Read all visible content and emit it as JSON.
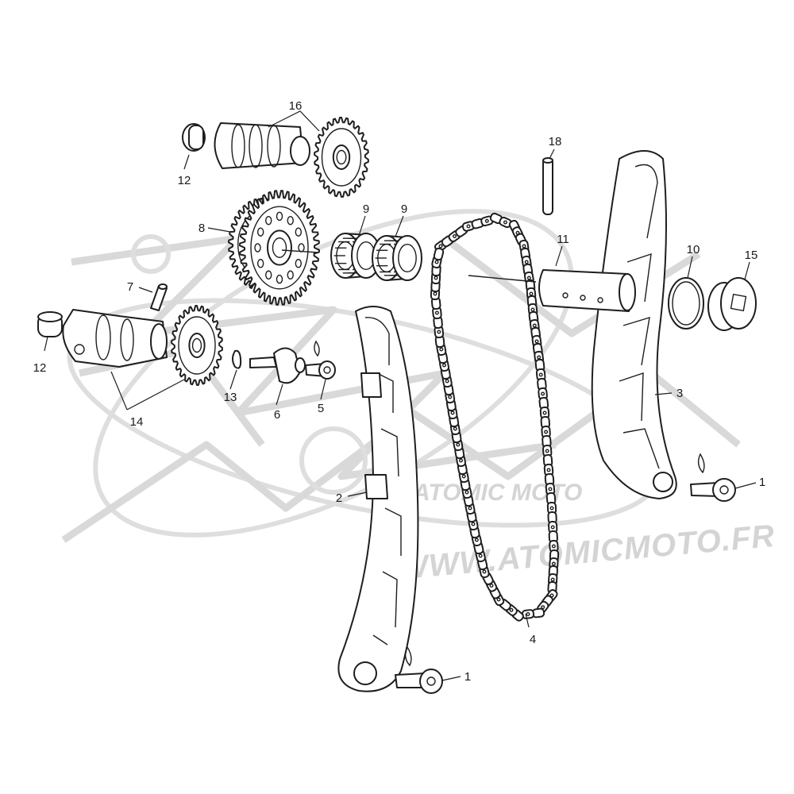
{
  "watermark": {
    "brand_text": "WWW.ATOMICMOTO.FR",
    "logo_text": "ATOMIC MOTO"
  },
  "callouts": [
    {
      "id": "c1a",
      "label": "1"
    },
    {
      "id": "c1b",
      "label": "1"
    },
    {
      "id": "c2",
      "label": "2"
    },
    {
      "id": "c3",
      "label": "3"
    },
    {
      "id": "c4",
      "label": "4"
    },
    {
      "id": "c5",
      "label": "5"
    },
    {
      "id": "c6",
      "label": "6"
    },
    {
      "id": "c7",
      "label": "7"
    },
    {
      "id": "c8",
      "label": "8"
    },
    {
      "id": "c9a",
      "label": "9"
    },
    {
      "id": "c9b",
      "label": "9"
    },
    {
      "id": "c10",
      "label": "10"
    },
    {
      "id": "c11",
      "label": "11"
    },
    {
      "id": "c12a",
      "label": "12"
    },
    {
      "id": "c12b",
      "label": "12"
    },
    {
      "id": "c13",
      "label": "13"
    },
    {
      "id": "c14",
      "label": "14"
    },
    {
      "id": "c15",
      "label": "15"
    },
    {
      "id": "c16",
      "label": "16"
    },
    {
      "id": "c18",
      "label": "18"
    }
  ],
  "colors": {
    "line": "#1e1e1e",
    "watermark": "#d9d9d9",
    "background": "#ffffff"
  }
}
